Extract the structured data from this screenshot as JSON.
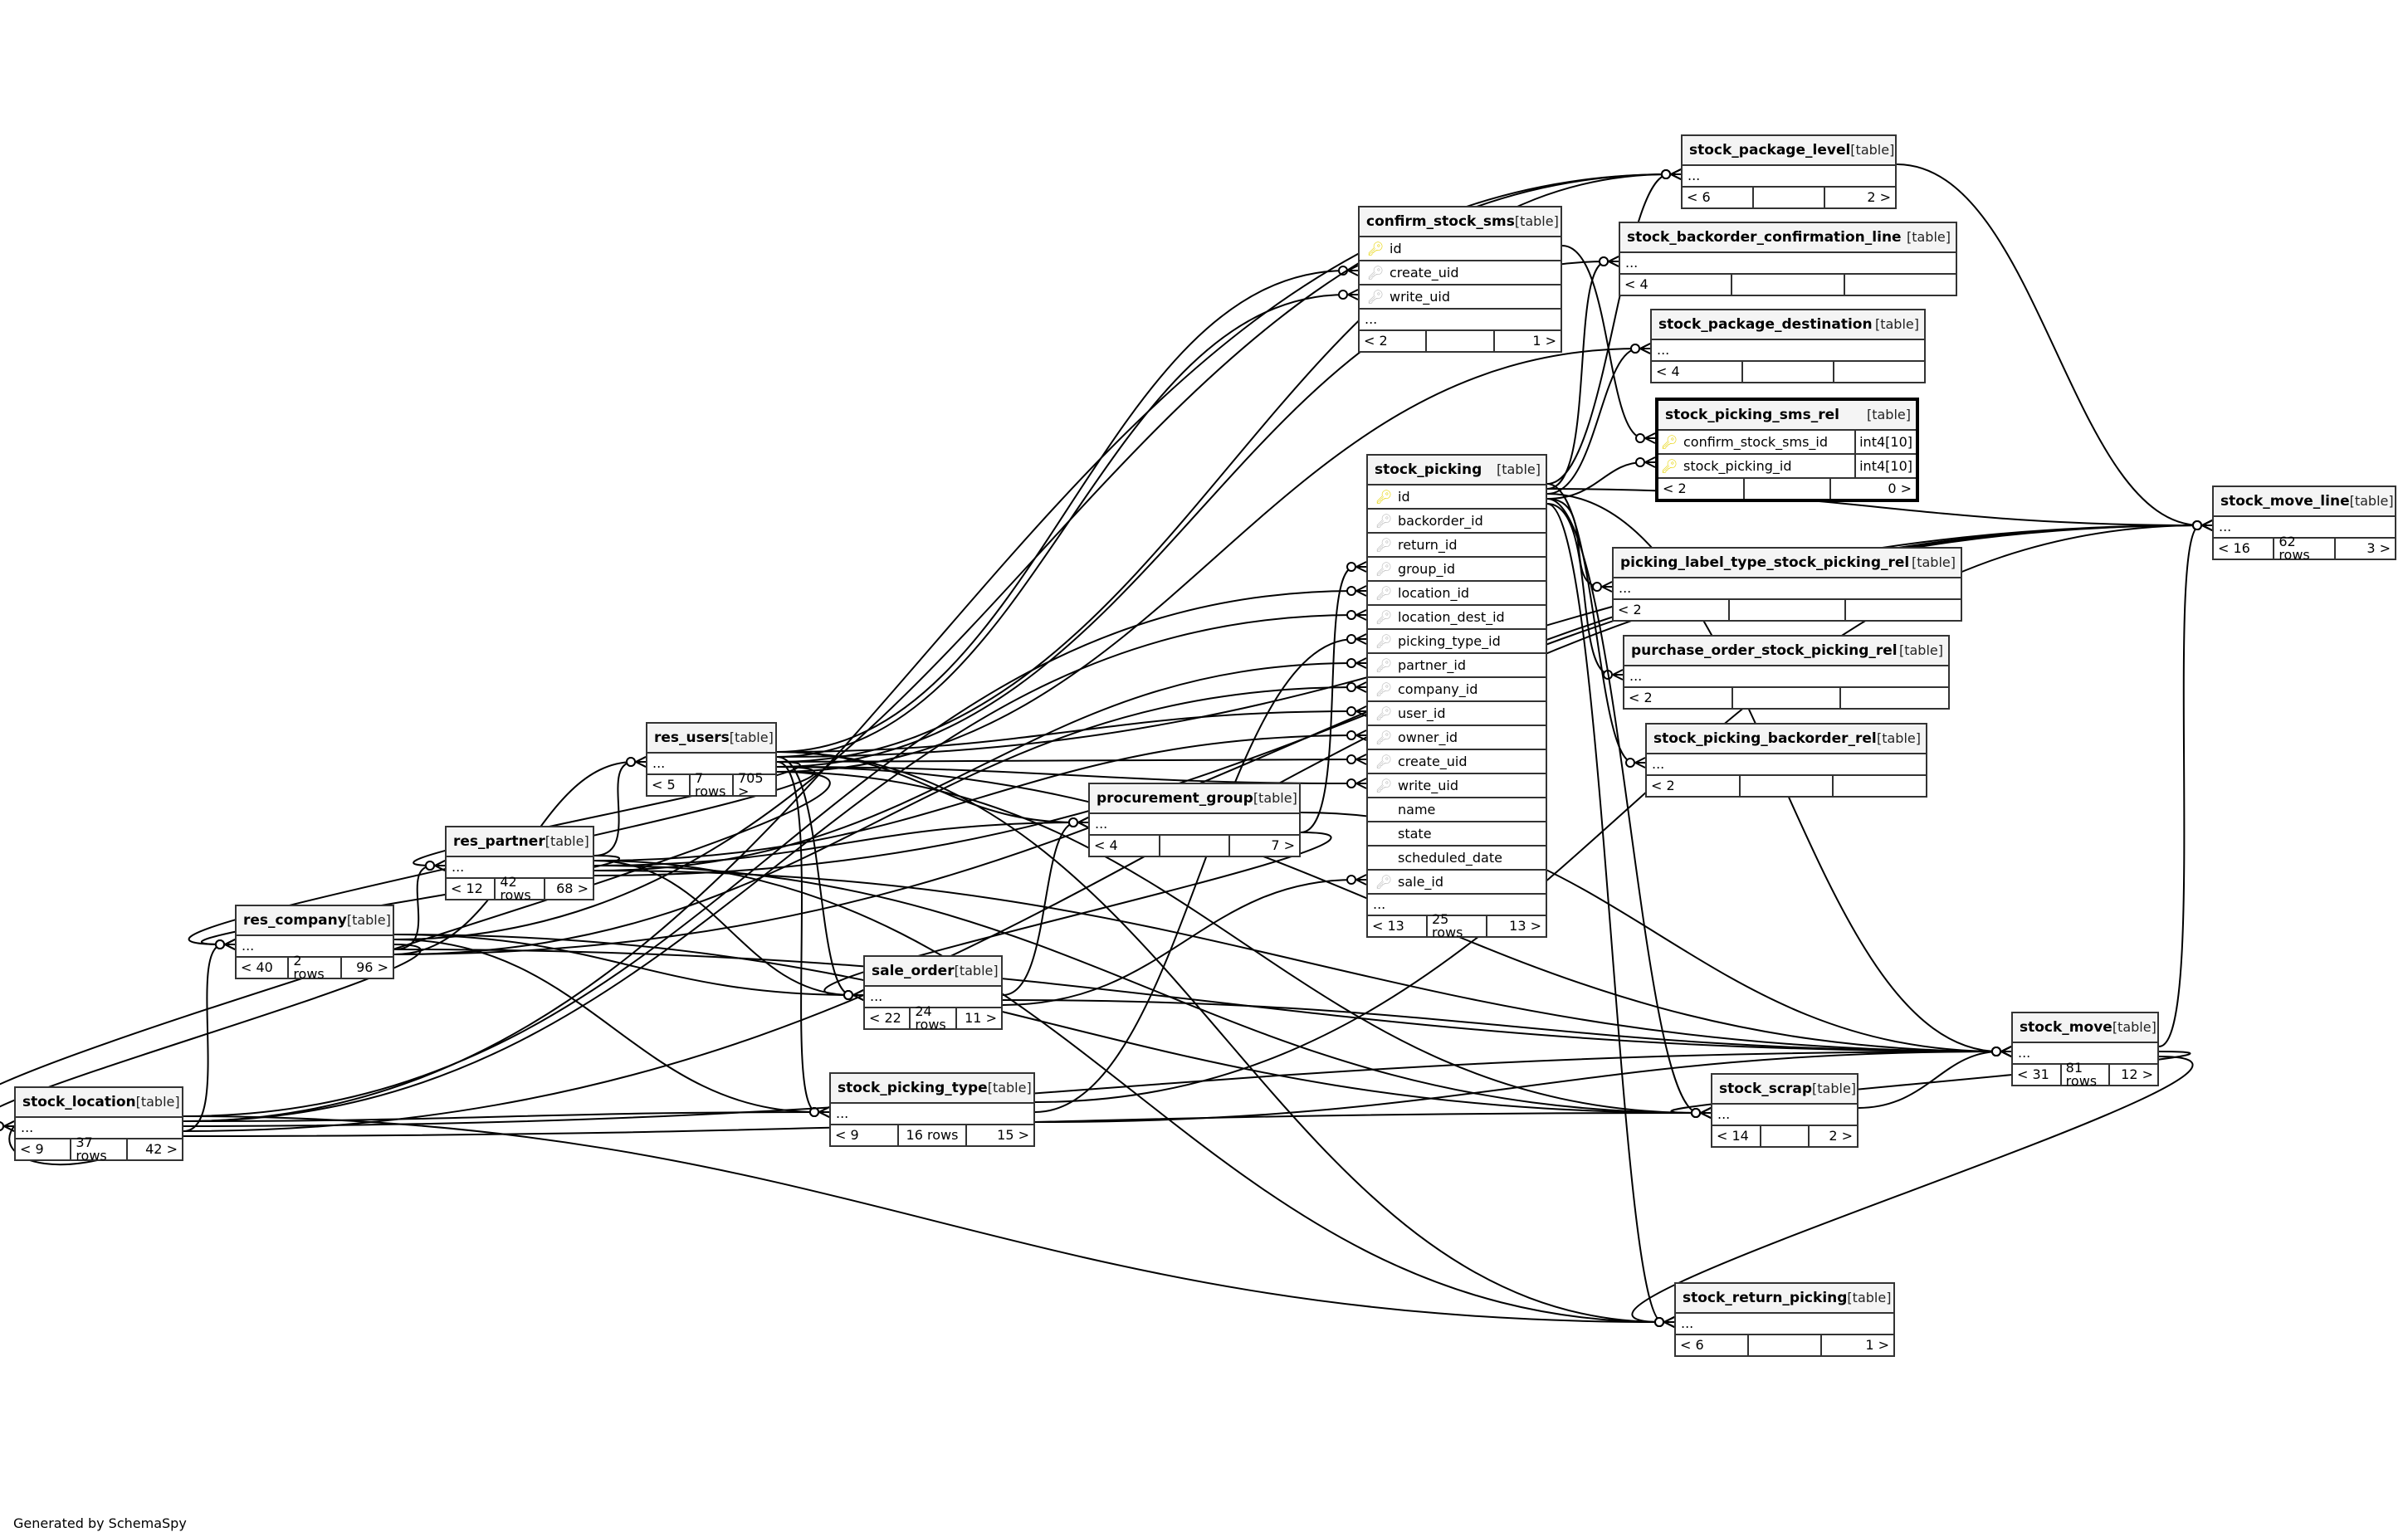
{
  "diagram": {
    "type": "SchemaSpy relationship diagram",
    "focus_table": "stock_picking_sms_rel",
    "footer": "Generated by SchemaSpy",
    "key_colors": {
      "primary_key": "#e6d200",
      "foreign_key": "#b8b8b8"
    },
    "kind_label": "[table]"
  },
  "tables": {
    "confirm_stock_sms": {
      "name": "confirm_stock_sms",
      "kind": "[table]",
      "columns": [
        {
          "name": "id",
          "key": "pk"
        },
        {
          "name": "create_uid",
          "key": "fk"
        },
        {
          "name": "write_uid",
          "key": "fk"
        }
      ],
      "more": "...",
      "parents": "< 2",
      "rows": "",
      "children": "1 >"
    },
    "stock_package_level": {
      "name": "stock_package_level",
      "kind": "[table]",
      "more": "...",
      "parents": "< 6",
      "rows": "",
      "children": "2 >"
    },
    "stock_backorder_confirmation_line": {
      "name": "stock_backorder_confirmation_line",
      "kind": "[table]",
      "more": "...",
      "parents": "< 4",
      "rows": "",
      "children": ""
    },
    "stock_package_destination": {
      "name": "stock_package_destination",
      "kind": "[table]",
      "more": "...",
      "parents": "< 4",
      "rows": "",
      "children": ""
    },
    "stock_picking_sms_rel": {
      "name": "stock_picking_sms_rel",
      "kind": "[table]",
      "columns": [
        {
          "name": "confirm_stock_sms_id",
          "key": "pk",
          "type": "int4[10]"
        },
        {
          "name": "stock_picking_id",
          "key": "pk",
          "type": "int4[10]"
        }
      ],
      "parents": "< 2",
      "rows": "",
      "children": "0 >"
    },
    "stock_picking": {
      "name": "stock_picking",
      "kind": "[table]",
      "columns": [
        {
          "name": "id",
          "key": "pk"
        },
        {
          "name": "backorder_id",
          "key": "fk"
        },
        {
          "name": "return_id",
          "key": "fk"
        },
        {
          "name": "group_id",
          "key": "fk"
        },
        {
          "name": "location_id",
          "key": "fk"
        },
        {
          "name": "location_dest_id",
          "key": "fk"
        },
        {
          "name": "picking_type_id",
          "key": "fk"
        },
        {
          "name": "partner_id",
          "key": "fk"
        },
        {
          "name": "company_id",
          "key": "fk"
        },
        {
          "name": "user_id",
          "key": "fk"
        },
        {
          "name": "owner_id",
          "key": "fk"
        },
        {
          "name": "create_uid",
          "key": "fk"
        },
        {
          "name": "write_uid",
          "key": "fk"
        },
        {
          "name": "name",
          "key": ""
        },
        {
          "name": "state",
          "key": ""
        },
        {
          "name": "scheduled_date",
          "key": ""
        },
        {
          "name": "sale_id",
          "key": "fk"
        }
      ],
      "more": "...",
      "parents": "< 13",
      "rows": "25 rows",
      "children": "13 >"
    },
    "picking_label_type_stock_picking_rel": {
      "name": "picking_label_type_stock_picking_rel",
      "kind": "[table]",
      "more": "...",
      "parents": "< 2",
      "rows": "",
      "children": ""
    },
    "purchase_order_stock_picking_rel": {
      "name": "purchase_order_stock_picking_rel",
      "kind": "[table]",
      "more": "...",
      "parents": "< 2",
      "rows": "",
      "children": ""
    },
    "stock_picking_backorder_rel": {
      "name": "stock_picking_backorder_rel",
      "kind": "[table]",
      "more": "...",
      "parents": "< 2",
      "rows": "",
      "children": ""
    },
    "stock_move_line": {
      "name": "stock_move_line",
      "kind": "[table]",
      "more": "...",
      "parents": "< 16",
      "rows": "62 rows",
      "children": "3 >"
    },
    "res_users": {
      "name": "res_users",
      "kind": "[table]",
      "more": "...",
      "parents": "< 5",
      "rows": "7 rows",
      "children": "705 >"
    },
    "procurement_group": {
      "name": "procurement_group",
      "kind": "[table]",
      "more": "...",
      "parents": "< 4",
      "rows": "",
      "children": "7 >"
    },
    "res_partner": {
      "name": "res_partner",
      "kind": "[table]",
      "more": "...",
      "parents": "< 12",
      "rows": "42 rows",
      "children": "68 >"
    },
    "res_company": {
      "name": "res_company",
      "kind": "[table]",
      "more": "...",
      "parents": "< 40",
      "rows": "2 rows",
      "children": "96 >"
    },
    "sale_order": {
      "name": "sale_order",
      "kind": "[table]",
      "more": "...",
      "parents": "< 22",
      "rows": "24 rows",
      "children": "11 >"
    },
    "stock_move": {
      "name": "stock_move",
      "kind": "[table]",
      "more": "...",
      "parents": "< 31",
      "rows": "81 rows",
      "children": "12 >"
    },
    "stock_location": {
      "name": "stock_location",
      "kind": "[table]",
      "more": "...",
      "parents": "< 9",
      "rows": "37 rows",
      "children": "42 >"
    },
    "stock_picking_type": {
      "name": "stock_picking_type",
      "kind": "[table]",
      "more": "...",
      "parents": "< 9",
      "rows": "16 rows",
      "children": "15 >"
    },
    "stock_scrap": {
      "name": "stock_scrap",
      "kind": "[table]",
      "more": "...",
      "parents": "< 14",
      "rows": "",
      "children": "2 >"
    },
    "stock_return_picking": {
      "name": "stock_return_picking",
      "kind": "[table]",
      "more": "...",
      "parents": "< 6",
      "rows": "",
      "children": "1 >"
    }
  },
  "relationships": [
    {
      "from": "res_users",
      "to": "confirm_stock_sms",
      "column": "create_uid"
    },
    {
      "from": "res_users",
      "to": "confirm_stock_sms",
      "column": "write_uid"
    },
    {
      "from": "confirm_stock_sms",
      "to": "stock_picking_sms_rel",
      "column": "confirm_stock_sms_id"
    },
    {
      "from": "stock_picking",
      "to": "stock_picking_sms_rel",
      "column": "stock_picking_id"
    },
    {
      "from": "procurement_group",
      "to": "stock_picking",
      "column": "group_id"
    },
    {
      "from": "stock_location",
      "to": "stock_picking",
      "column": "location_id"
    },
    {
      "from": "stock_location",
      "to": "stock_picking",
      "column": "location_dest_id"
    },
    {
      "from": "stock_picking_type",
      "to": "stock_picking",
      "column": "picking_type_id"
    },
    {
      "from": "res_partner",
      "to": "stock_picking",
      "column": "partner_id"
    },
    {
      "from": "res_company",
      "to": "stock_picking",
      "column": "company_id"
    },
    {
      "from": "res_users",
      "to": "stock_picking",
      "column": "user_id"
    },
    {
      "from": "res_partner",
      "to": "stock_picking",
      "column": "owner_id"
    },
    {
      "from": "res_users",
      "to": "stock_picking",
      "column": "create_uid"
    },
    {
      "from": "res_users",
      "to": "stock_picking",
      "column": "write_uid"
    },
    {
      "from": "sale_order",
      "to": "stock_picking",
      "column": "sale_id"
    },
    {
      "from": "stock_picking",
      "to": "stock_package_level",
      "column": ""
    },
    {
      "from": "stock_picking",
      "to": "stock_backorder_confirmation_line",
      "column": ""
    },
    {
      "from": "stock_picking",
      "to": "stock_package_destination",
      "column": ""
    },
    {
      "from": "stock_picking",
      "to": "picking_label_type_stock_picking_rel",
      "column": ""
    },
    {
      "from": "stock_picking",
      "to": "purchase_order_stock_picking_rel",
      "column": ""
    },
    {
      "from": "stock_picking",
      "to": "stock_picking_backorder_rel",
      "column": ""
    },
    {
      "from": "stock_picking",
      "to": "stock_move_line",
      "column": ""
    },
    {
      "from": "stock_picking",
      "to": "stock_move",
      "column": ""
    },
    {
      "from": "stock_picking",
      "to": "stock_scrap",
      "column": ""
    },
    {
      "from": "stock_picking",
      "to": "stock_return_picking",
      "column": ""
    },
    {
      "from": "stock_package_level",
      "to": "stock_move_line",
      "column": ""
    },
    {
      "from": "stock_move",
      "to": "stock_move_line",
      "column": ""
    },
    {
      "from": "res_users",
      "to": "stock_package_level",
      "column": ""
    },
    {
      "from": "res_users",
      "to": "stock_backorder_confirmation_line",
      "column": ""
    },
    {
      "from": "res_users",
      "to": "stock_package_destination",
      "column": ""
    },
    {
      "from": "res_users",
      "to": "procurement_group",
      "column": ""
    },
    {
      "from": "res_users",
      "to": "sale_order",
      "column": ""
    },
    {
      "from": "res_users",
      "to": "stock_picking_type",
      "column": ""
    },
    {
      "from": "res_users",
      "to": "stock_move",
      "column": ""
    },
    {
      "from": "res_users",
      "to": "stock_scrap",
      "column": ""
    },
    {
      "from": "res_users",
      "to": "stock_return_picking",
      "column": ""
    },
    {
      "from": "res_users",
      "to": "stock_move_line",
      "column": ""
    },
    {
      "from": "res_users",
      "to": "res_partner",
      "column": ""
    },
    {
      "from": "res_users",
      "to": "res_company",
      "column": ""
    },
    {
      "from": "res_users",
      "to": "stock_location",
      "column": ""
    },
    {
      "from": "res_partner",
      "to": "res_users",
      "column": ""
    },
    {
      "from": "res_partner",
      "to": "sale_order",
      "column": ""
    },
    {
      "from": "res_partner",
      "to": "procurement_group",
      "column": ""
    },
    {
      "from": "res_partner",
      "to": "stock_move",
      "column": ""
    },
    {
      "from": "res_partner",
      "to": "stock_move_line",
      "column": ""
    },
    {
      "from": "res_partner",
      "to": "res_company",
      "column": ""
    },
    {
      "from": "res_partner",
      "to": "stock_return_picking",
      "column": ""
    },
    {
      "from": "res_partner",
      "to": "stock_scrap",
      "column": ""
    },
    {
      "from": "res_company",
      "to": "res_partner",
      "column": ""
    },
    {
      "from": "res_company",
      "to": "res_users",
      "column": ""
    },
    {
      "from": "res_company",
      "to": "sale_order",
      "column": ""
    },
    {
      "from": "res_company",
      "to": "stock_picking_type",
      "column": ""
    },
    {
      "from": "res_company",
      "to": "stock_location",
      "column": ""
    },
    {
      "from": "res_company",
      "to": "stock_move",
      "column": ""
    },
    {
      "from": "res_company",
      "to": "stock_move_line",
      "column": ""
    },
    {
      "from": "res_company",
      "to": "stock_scrap",
      "column": ""
    },
    {
      "from": "res_company",
      "to": "stock_package_level",
      "column": ""
    },
    {
      "from": "sale_order",
      "to": "procurement_group",
      "column": ""
    },
    {
      "from": "sale_order",
      "to": "stock_move",
      "column": ""
    },
    {
      "from": "procurement_group",
      "to": "sale_order",
      "column": ""
    },
    {
      "from": "procurement_group",
      "to": "stock_move",
      "column": ""
    },
    {
      "from": "stock_location",
      "to": "stock_picking_type",
      "column": ""
    },
    {
      "from": "stock_location",
      "to": "stock_move",
      "column": ""
    },
    {
      "from": "stock_location",
      "to": "stock_move_line",
      "column": ""
    },
    {
      "from": "stock_location",
      "to": "stock_scrap",
      "column": ""
    },
    {
      "from": "stock_location",
      "to": "stock_return_picking",
      "column": ""
    },
    {
      "from": "stock_location",
      "to": "stock_package_level",
      "column": ""
    },
    {
      "from": "stock_location",
      "to": "stock_location",
      "column": ""
    },
    {
      "from": "stock_location",
      "to": "res_company",
      "column": ""
    },
    {
      "from": "stock_picking_type",
      "to": "stock_move",
      "column": ""
    },
    {
      "from": "stock_picking_type",
      "to": "stock_move_line",
      "column": ""
    },
    {
      "from": "stock_scrap",
      "to": "stock_move",
      "column": ""
    },
    {
      "from": "stock_move",
      "to": "stock_scrap",
      "column": ""
    },
    {
      "from": "stock_move",
      "to": "stock_return_picking",
      "column": ""
    }
  ]
}
